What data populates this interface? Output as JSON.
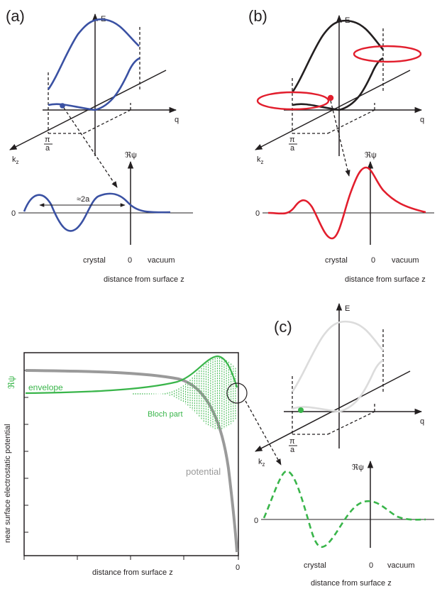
{
  "panels": {
    "a": {
      "label": "(a)"
    },
    "b": {
      "label": "(b)"
    },
    "c": {
      "label": "(c)"
    }
  },
  "axes": {
    "energy": "E",
    "q": "q",
    "kz": "k",
    "kz_sub": "z",
    "pi": "π",
    "a": "a",
    "re_psi": "ℜψ",
    "zero": "0",
    "crystal": "crystal",
    "vacuum": "vacuum",
    "distance": "distance from surface z"
  },
  "annotations": {
    "wavelength": "≈2a",
    "envelope": "envelope",
    "bloch_part": "Bloch part",
    "potential": "potential",
    "ylabel_c": "near surface electrostatic potential",
    "re_psi_c": "ℜψ"
  },
  "colors": {
    "blue": "#3a51a3",
    "red": "#e21e2d",
    "green": "#39b54a",
    "gray": "#9a9a9a",
    "lightgray": "#dcdcdc",
    "black": "#231f20"
  }
}
